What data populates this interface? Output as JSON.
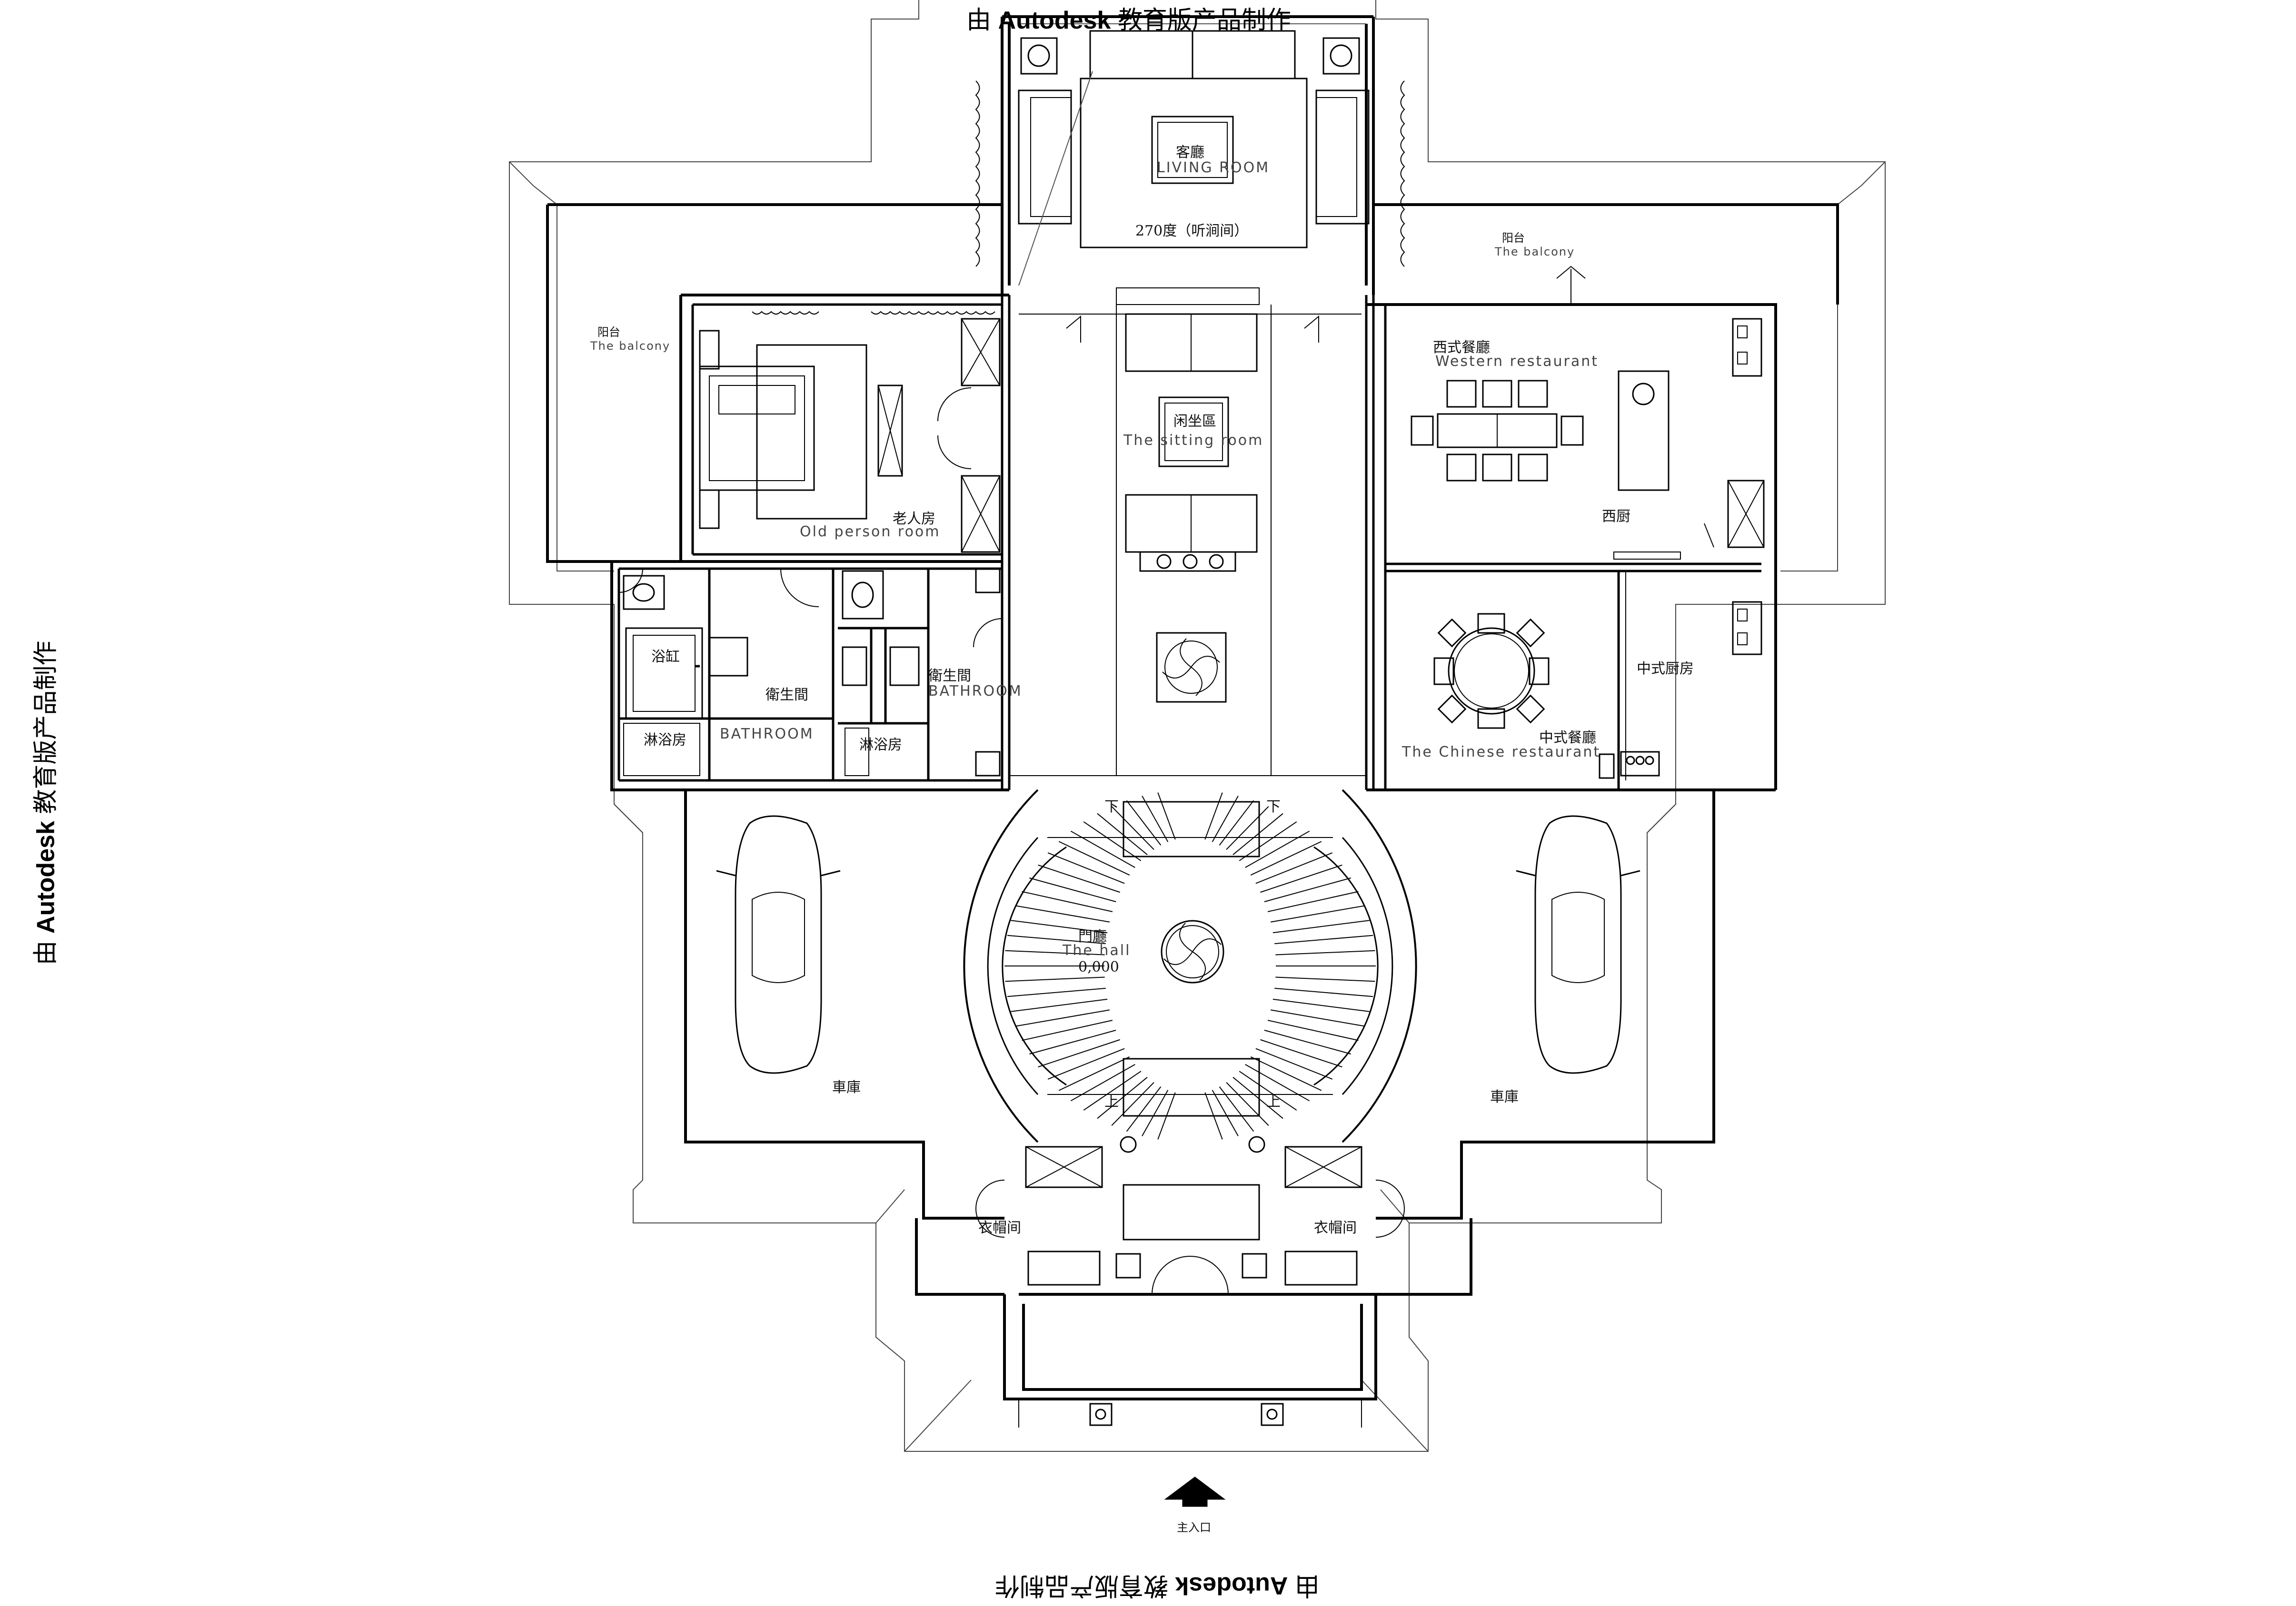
{
  "watermark": {
    "prefix": "由 ",
    "brand": "Autodesk",
    "suffix": " 教育版产品制作"
  },
  "rooms": {
    "living": {
      "cn": "客廳",
      "en": "LIVING ROOM",
      "note": "270度（听涧间）"
    },
    "balcony_right": {
      "cn": "阳台",
      "en": "The balcony"
    },
    "balcony_left": {
      "cn": "阳台",
      "en": "The balcony"
    },
    "western": {
      "cn": "西式餐廳",
      "en": "Western restaurant"
    },
    "western_kitchen": {
      "cn": "西厨"
    },
    "sitting": {
      "cn": "闲坐區",
      "en": "The sitting room"
    },
    "old_person": {
      "cn": "老人房",
      "en": "Old person room"
    },
    "bath_left": {
      "tub": "浴缸",
      "cn": "衛生間",
      "en": "BATHROOM",
      "shower": "淋浴房"
    },
    "bath_mid": {
      "cn": "衛生間",
      "en": "BATHROOM",
      "shower": "淋浴房"
    },
    "chinese_kitchen": {
      "cn": "中式厨房"
    },
    "chinese": {
      "cn": "中式餐廳",
      "en": "The Chinese restaurant"
    },
    "hall": {
      "cn": "門廳",
      "en": "The hall",
      "level": "0,000"
    },
    "garage_left": {
      "cn": "車庫"
    },
    "garage_right": {
      "cn": "車庫"
    },
    "closet_left": {
      "cn": "衣帽间"
    },
    "closet_right": {
      "cn": "衣帽间"
    },
    "entrance": {
      "cn": "主入口"
    }
  },
  "stairs": {
    "down": "下",
    "up": "上"
  },
  "colors": {
    "line": "#000000",
    "thin": "#333333",
    "background": "#ffffff"
  }
}
